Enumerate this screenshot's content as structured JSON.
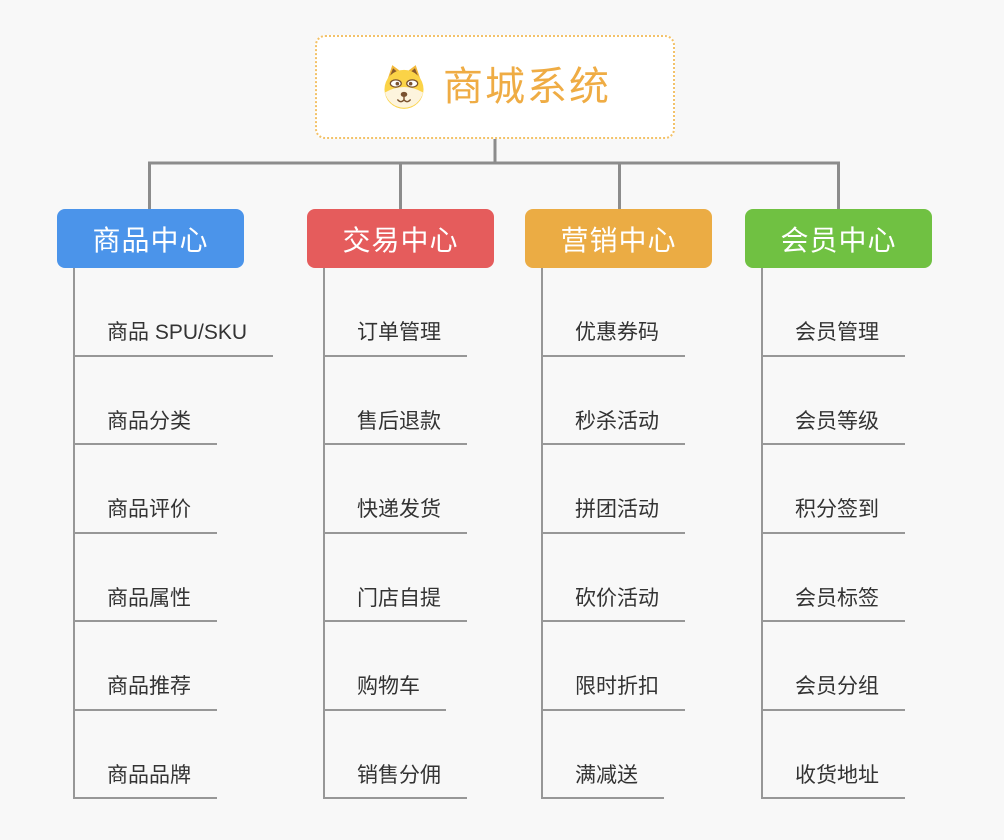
{
  "canvas": {
    "background_color": "#f8f8f8",
    "connector_color": "#8c8c8c",
    "underline_color": "#979797",
    "child_text_color": "#333333"
  },
  "root": {
    "title": "商城系统",
    "icon": "dog-face-icon",
    "title_color": "#efac44",
    "border_color": "#f3c269"
  },
  "branches": [
    {
      "label": "商品中心",
      "color": "#4b94ea",
      "children": [
        "商品 SPU/SKU",
        "商品分类",
        "商品评价",
        "商品属性",
        "商品推荐",
        "商品品牌"
      ]
    },
    {
      "label": "交易中心",
      "color": "#e55c5c",
      "children": [
        "订单管理",
        "售后退款",
        "快递发货",
        "门店自提",
        "购物车",
        "销售分佣"
      ]
    },
    {
      "label": "营销中心",
      "color": "#ebac44",
      "children": [
        "优惠券码",
        "秒杀活动",
        "拼团活动",
        "砍价活动",
        "限时折扣",
        "满减送"
      ]
    },
    {
      "label": "会员中心",
      "color": "#70c142",
      "children": [
        "会员管理",
        "会员等级",
        "积分签到",
        "会员标签",
        "会员分组",
        "收货地址"
      ]
    }
  ]
}
